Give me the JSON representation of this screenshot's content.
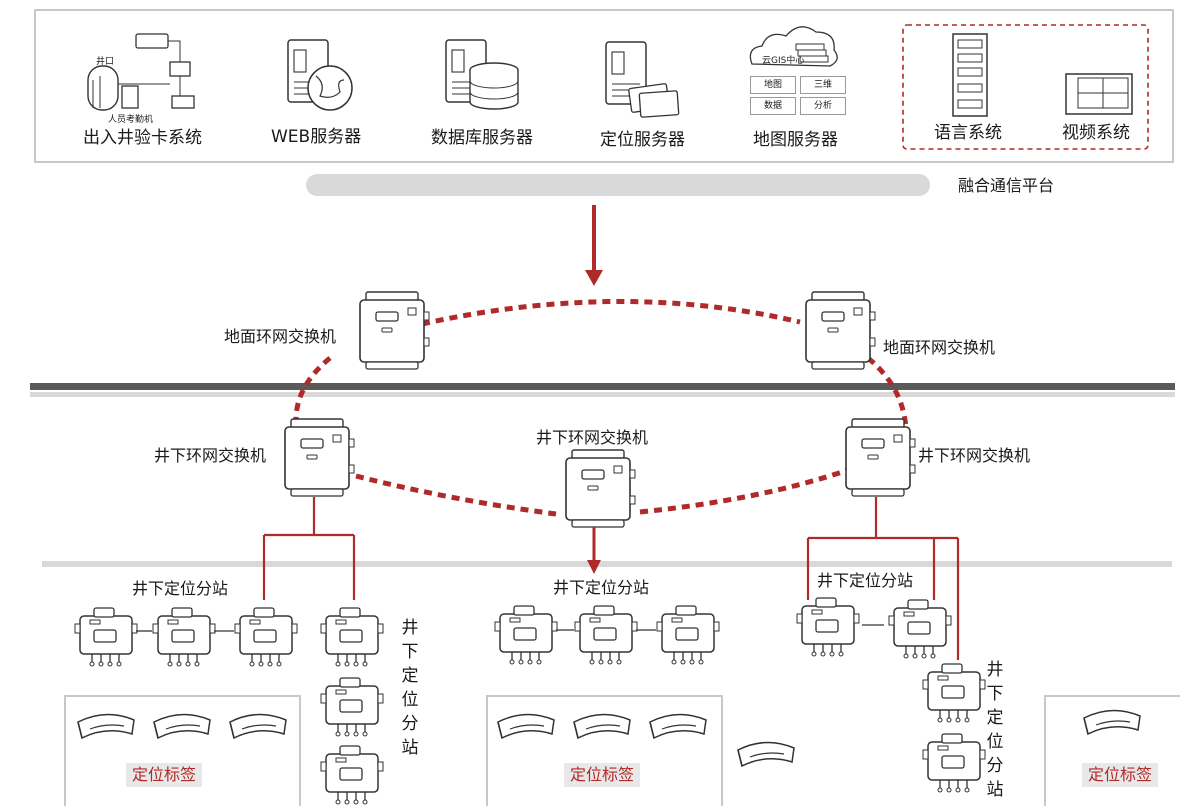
{
  "top_systems": [
    {
      "id": "card",
      "label": "出入井验卡系统",
      "icon": "access-card-system-icon"
    },
    {
      "id": "web",
      "label": "WEB服务器",
      "icon": "web-server-icon"
    },
    {
      "id": "db",
      "label": "数据库服务器",
      "icon": "database-server-icon"
    },
    {
      "id": "pos",
      "label": "定位服务器",
      "icon": "positioning-server-icon"
    },
    {
      "id": "map",
      "label": "地图服务器",
      "icon": "map-server-icon"
    },
    {
      "id": "voice",
      "label": "语言系统",
      "icon": "voice-system-icon"
    },
    {
      "id": "video",
      "label": "视频系统",
      "icon": "video-system-icon"
    }
  ],
  "card_icon_labels": {
    "wellhead": "井口",
    "attendance": "人员考勤机"
  },
  "map_icon_labels": {
    "cloud": "云GIS中心",
    "cells": [
      "地图",
      "三维",
      "数据",
      "分析"
    ]
  },
  "platform_label": "融合通信平台",
  "ground_switch_label": "地面环网交换机",
  "underground_switch_label": "井下环网交换机",
  "substation_label": "井下定位分站",
  "vertical_substation_label": "井下定位分站",
  "tag_label": "定位标签",
  "colors": {
    "accent": "#b02a2a",
    "bar": "#d9d9d9",
    "rail": "#5a5a5a",
    "line": "#444444"
  }
}
